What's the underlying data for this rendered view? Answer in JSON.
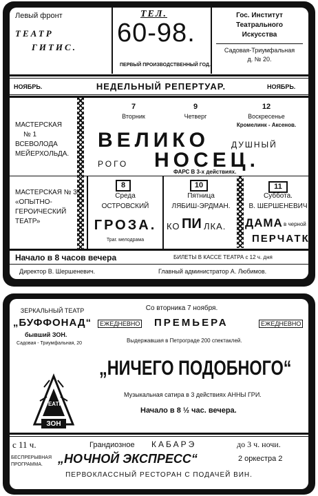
{
  "ad1": {
    "left_front": "Левый фронт",
    "theatre_name_1": "ТЕАТР",
    "theatre_name_2": "ГИТИС.",
    "phone_label": "ТЕЛ.",
    "phone_number": "60-98.",
    "season": "ПЕРВЫЙ ПРОИЗВОДСТВЕННЫЙ ГОД.",
    "institute_1": "Гос. Институт",
    "institute_2": "Театрального",
    "institute_3": "Искусства",
    "address_1": "Садовая-Триумфальная",
    "address_2": "д. № 20.",
    "month_left": "НОЯБРЬ.",
    "repertoire_title": "НЕДЕЛЬНЫЙ РЕПЕРТУАР.",
    "month_right": "НОЯБРЬ.",
    "workshop1": [
      "МАСТЕРСКАЯ",
      "№ 1",
      "ВСЕВОЛОДА",
      "МЕЙЕРХОЛЬДА."
    ],
    "day1": {
      "num": "7",
      "name": "Вторник"
    },
    "day2": {
      "num": "9",
      "name": "Четверг"
    },
    "day3": {
      "num": "12",
      "name": "Воскресенье",
      "authors": "Кромелинк - Аксенов."
    },
    "play1": {
      "w1": "ВЕЛИКО",
      "w2": "ДУШНЫЙ",
      "w3": "РОГО",
      "w4": "НОСЕЦ.",
      "genre": "ФАРС В 3-х действиях."
    },
    "workshop3": [
      "МАСТЕРСКАЯ № 3.",
      "«ОПЫТНО-",
      "ГЕРОИЧЕСКИЙ",
      "ТЕАТР»"
    ],
    "show1": {
      "num": "8",
      "day": "Среда",
      "author": "ОСТРОВСКИЙ",
      "title": "ГРОЗА.",
      "genre": "Траг. мелодрама"
    },
    "show2": {
      "num": "10",
      "day": "Пятница",
      "author": "ЛЯБИШ-ЭРДМАН.",
      "title_a": "КО",
      "title_b": "ПИ",
      "title_c": "ЛКА."
    },
    "show3": {
      "num": "11",
      "day": "Суббота.",
      "author": "В. ШЕРШЕНЕВИЧ",
      "title_a": "ДАМА",
      "title_b": "в черной",
      "title_c": "ПЕРЧАТКЕ"
    },
    "start_time": "Начало в 8 часов вечера",
    "tickets": "БИЛЕТЫ В КАССЕ ТЕАТРА с 12 ч. дня",
    "director": "Директор В. Шершеневич.",
    "admin": "Главный администратор А. Любимов."
  },
  "ad2": {
    "theatre_small": "ЗЕРКАЛЬНЫЙ ТЕАТР",
    "theatre_name": "„БУФФОНАД“",
    "former": "бывший ЗОН.",
    "address": "Садовая - Триумфальная, 20",
    "logo_text_1": "ТЕАТР",
    "logo_text_2": "ЗОН",
    "from_date": "Со вторника 7 ноября.",
    "daily_left": "ЕЖЕДНЕВНО",
    "premiere": "ПРЕМЬЕРА",
    "daily_right": "ЕЖЕДНЕВНО",
    "petrograd": "Выдержавшая в Петрограде 200 спектаклей.",
    "play_title": "„НИЧЕГО ПОДОБНОГО“",
    "subtitle": "Музыкальная сатира в 3 действиях АННЫ ГРИ.",
    "start_time": "Начало в 8 ½ час. вечера.",
    "from_time": "с 11 ч.",
    "grand": "Грандиозное",
    "cabaret": "КАБАРЭ",
    "to_time": "до 3 ч. ночи.",
    "nonstop_1": "БЕСПРЕРЫВНАЯ",
    "nonstop_2": "ПРОГРАММА.",
    "express": "„НОЧНОЙ ЭКСПРЕСС“",
    "orchestras": "2 оркестра 2",
    "restaurant": "ПЕРВОКЛАССНЫЙ РЕСТОРАН С ПОДАЧЕЙ ВИН."
  }
}
